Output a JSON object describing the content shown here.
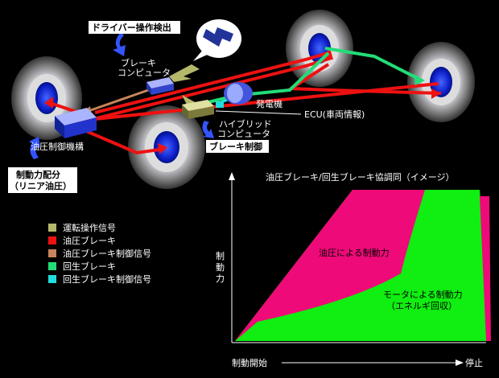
{
  "labels": {
    "driver_detect": "ドライバー操作検出",
    "brake_computer_l1": "ブレーキ",
    "brake_computer_l2": "コンピュータ",
    "generator": "発電機",
    "ecu": "ECU(車両情報)",
    "hybrid_computer_l1": "ハイブリッド",
    "hybrid_computer_l2": "コンピュータ",
    "brake_control": "ブレーキ制御",
    "hydraulic_mechanism": "油圧制御機構",
    "force_dist_l1": "制動力配分",
    "force_dist_l2": "（リニア油圧）"
  },
  "legend": [
    {
      "label": "運転操作信号",
      "color": "#b5b86a"
    },
    {
      "label": "油圧ブレーキ",
      "color": "#ee1111"
    },
    {
      "label": "油圧ブレーキ制御信号",
      "color": "#c8845a"
    },
    {
      "label": "回生ブレーキ",
      "color": "#22dd77"
    },
    {
      "label": "回生ブレーキ制御信号",
      "color": "#22dddd"
    }
  ],
  "graph": {
    "title": "油圧ブレーキ/回生ブレーキ協調同（イメージ）",
    "ylabel": [
      "制",
      "動",
      "力"
    ],
    "x_start": "制動開始",
    "x_end": "停止",
    "region_hydraulic": "油圧による制動力",
    "region_motor_l1": "モータによる制動力",
    "region_motor_l2": "（エネルギ回収）",
    "colors": {
      "hydraulic": "#ee0a78",
      "motor": "#11ee11"
    }
  }
}
